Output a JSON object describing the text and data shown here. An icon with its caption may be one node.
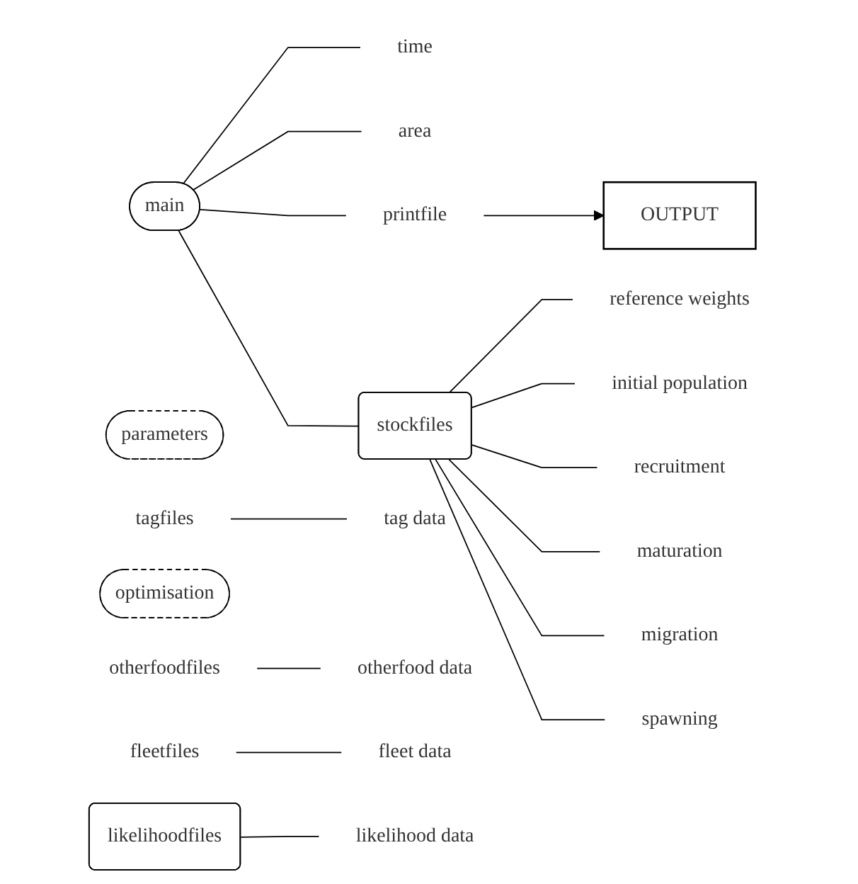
{
  "diagram": {
    "nodes": [
      {
        "text": [
          "main"
        ]
      },
      {
        "text": [
          "time"
        ]
      },
      {
        "text": [
          "area"
        ]
      },
      {
        "text": [
          "printfile"
        ]
      },
      {
        "text": [
          "OUTPUT"
        ]
      },
      {
        "text": [
          "stockfiles"
        ]
      },
      {
        "text": [
          "reference weights"
        ]
      },
      {
        "text": [
          "initial population"
        ]
      },
      {
        "text": [
          "recruitment"
        ]
      },
      {
        "text": [
          "maturation"
        ]
      },
      {
        "text": [
          "migration"
        ]
      },
      {
        "text": [
          "spawning"
        ]
      },
      {
        "text": [
          "parameters"
        ]
      },
      {
        "text": [
          "tagfiles"
        ]
      },
      {
        "text": [
          "tag data"
        ]
      },
      {
        "text": [
          "optimisation"
        ]
      },
      {
        "text": [
          "otherfoodfiles"
        ]
      },
      {
        "text": [
          "otherfood data"
        ]
      },
      {
        "text": [
          "fleetfiles"
        ]
      },
      {
        "text": [
          "fleet data"
        ]
      },
      {
        "text": [
          "likelihoodfiles"
        ]
      },
      {
        "text": [
          "likelihood data"
        ]
      }
    ],
    "edges": [
      {
        "from": 0,
        "to": 1,
        "arrow": "none"
      },
      {
        "from": 0,
        "to": 2,
        "arrow": "none"
      },
      {
        "from": 0,
        "to": 3,
        "arrow": "none"
      },
      {
        "from": 0,
        "to": 5,
        "arrow": "none"
      },
      {
        "from": 3,
        "to": 4,
        "arrow": "to"
      },
      {
        "from": 5,
        "to": 6,
        "arrow": "none"
      },
      {
        "from": 5,
        "to": 7,
        "arrow": "none"
      },
      {
        "from": 5,
        "to": 8,
        "arrow": "none"
      },
      {
        "from": 5,
        "to": 9,
        "arrow": "none"
      },
      {
        "from": 5,
        "to": 10,
        "arrow": "none"
      },
      {
        "from": 5,
        "to": 11,
        "arrow": "none"
      },
      {
        "from": 13,
        "to": 14,
        "arrow": "none"
      },
      {
        "from": 16,
        "to": 17,
        "arrow": "none"
      },
      {
        "from": 18,
        "to": 19,
        "arrow": "none"
      },
      {
        "from": 20,
        "to": 21,
        "arrow": "none"
      }
    ]
  }
}
